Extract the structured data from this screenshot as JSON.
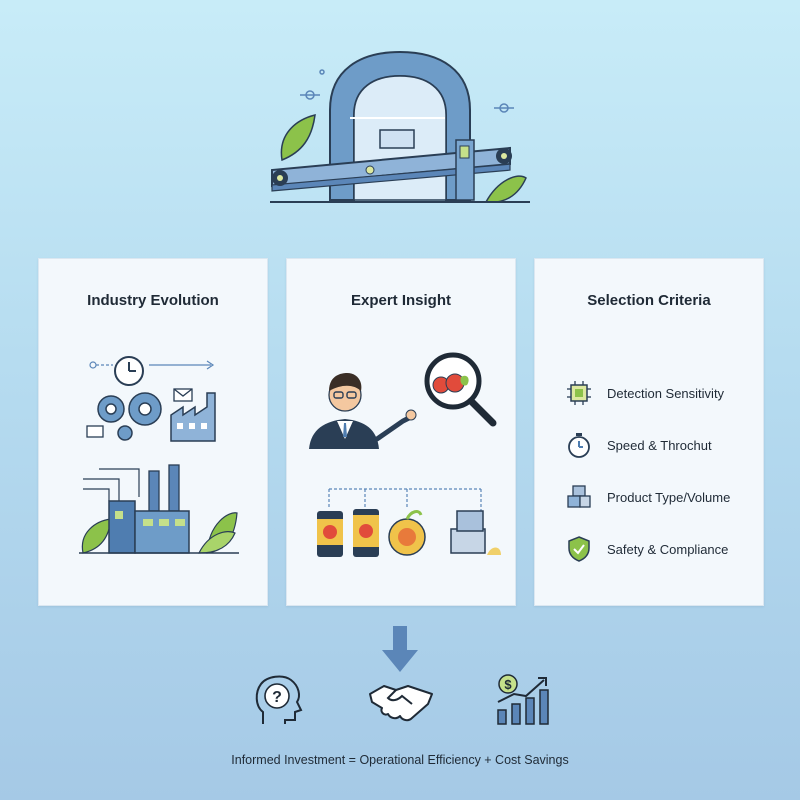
{
  "cards": [
    {
      "title": "Industry Evolution"
    },
    {
      "title": "Expert Insight"
    },
    {
      "title": "Selection Criteria"
    }
  ],
  "criteria": [
    {
      "label": "Detection Sensitivity",
      "icon": "chip-icon"
    },
    {
      "label": "Speed & Throchut",
      "icon": "stopwatch-icon"
    },
    {
      "label": "Product Type/Volume",
      "icon": "boxes-icon"
    },
    {
      "label": "Safety & Compliance",
      "icon": "shield-check-icon"
    }
  ],
  "footer": {
    "equation": "Informed Investment = Operational Efficiency + Cost Savings"
  },
  "colors": {
    "accent_blue": "#5b86b8",
    "dark_navy": "#2a3e55",
    "leaf_green": "#8cc24a",
    "card_bg": "#f3f8fc"
  }
}
